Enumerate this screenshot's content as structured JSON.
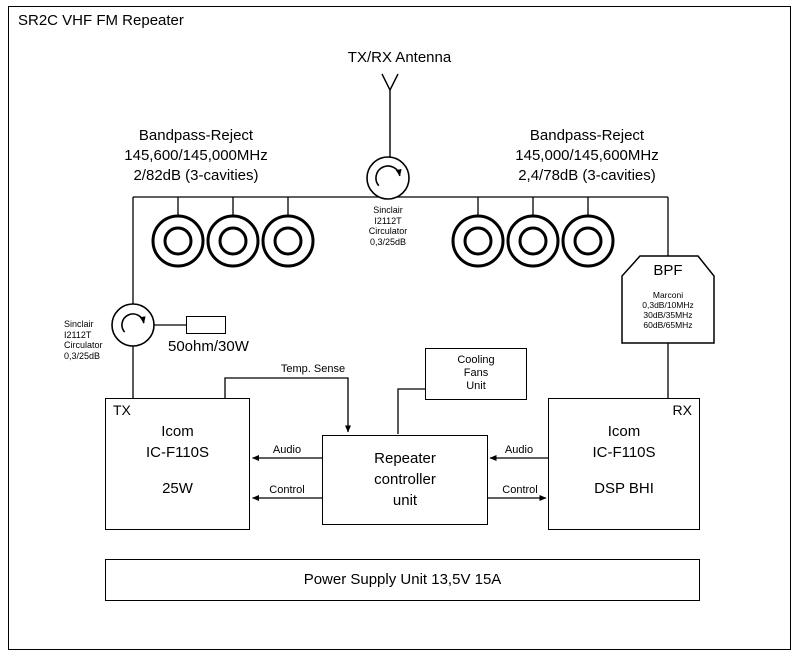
{
  "title": "SR2C VHF FM Repeater",
  "antenna": {
    "label": "TX/RX Antenna"
  },
  "filters": {
    "left": {
      "lines": [
        "Bandpass-Reject",
        "145,600/145,000MHz",
        "2/82dB (3-cavities)"
      ]
    },
    "right": {
      "lines": [
        "Bandpass-Reject",
        "145,000/145,600MHz",
        "2,4/78dB (3-cavities)"
      ]
    }
  },
  "circulators": {
    "center": {
      "lines": [
        "Sinclair",
        "I2112T",
        "Circulator",
        "0,3/25dB"
      ]
    },
    "left": {
      "lines": [
        "Sinclair",
        "I2112T",
        "Circulator",
        "0,3/25dB"
      ]
    }
  },
  "dummy_load": {
    "label": "50ohm/30W"
  },
  "bpf": {
    "title": "BPF",
    "specs": [
      "Marconi",
      "0,3dB/10MHz",
      "30dB/35MHz",
      "60dB/65MHz"
    ]
  },
  "tx_radio": {
    "corner": "TX",
    "lines": [
      "Icom",
      "IC-F110S",
      "25W"
    ]
  },
  "rx_radio": {
    "corner": "RX",
    "lines": [
      "Icom",
      "IC-F110S",
      "DSP BHI"
    ]
  },
  "controller": {
    "lines": [
      "Repeater",
      "controller",
      "unit"
    ]
  },
  "cooling": {
    "lines": [
      "Cooling",
      "Fans",
      "Unit"
    ]
  },
  "signals": {
    "temp_sense": "Temp. Sense",
    "audio_tx": "Audio",
    "control_tx": "Control",
    "audio_rx": "Audio",
    "control_rx": "Control"
  },
  "psu": {
    "label": "Power Supply Unit 13,5V 15A"
  },
  "colors": {
    "line": "#000000",
    "background": "#ffffff"
  }
}
